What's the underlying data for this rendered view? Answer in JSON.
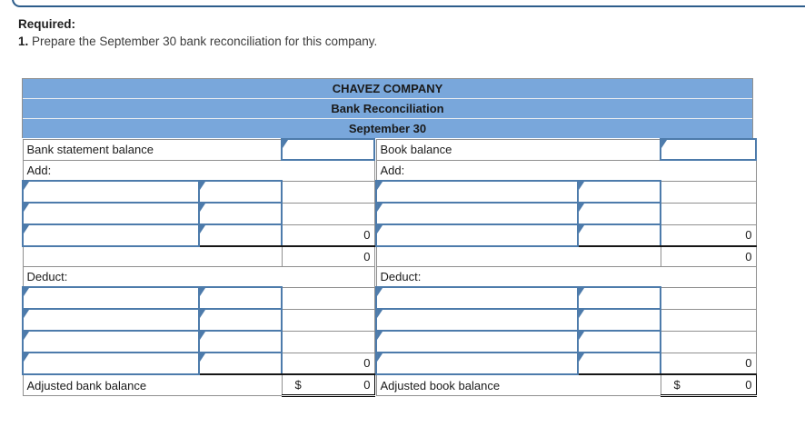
{
  "colors": {
    "header_bg": "#79a7db",
    "input_border": "#4d7bab",
    "grid_border": "#8f8f8f",
    "top_strip": "#2d5d8b",
    "sum_rule": "#000000"
  },
  "instructions": {
    "required_label": "Required:",
    "item_number": "1.",
    "item_text": "Prepare the September 30 bank reconciliation for this company."
  },
  "worksheet": {
    "header": {
      "company": "CHAVEZ COMPANY",
      "statement": "Bank Reconciliation",
      "date": "September 30"
    },
    "bank_side": {
      "balance_label": "Bank statement balance",
      "balance_value": "",
      "add_label": "Add:",
      "add_subtotal": "0",
      "add_total": "0",
      "deduct_label": "Deduct:",
      "deduct_subtotal": "0",
      "adjusted_label": "Adjusted bank balance",
      "adjusted_currency": "$",
      "adjusted_total": "0"
    },
    "book_side": {
      "balance_label": "Book balance",
      "balance_value": "",
      "add_label": "Add:",
      "add_subtotal": "0",
      "add_total": "0",
      "deduct_label": "Deduct:",
      "deduct_subtotal": "0",
      "adjusted_label": "Adjusted book balance",
      "adjusted_currency": "$",
      "adjusted_total": "0"
    }
  }
}
